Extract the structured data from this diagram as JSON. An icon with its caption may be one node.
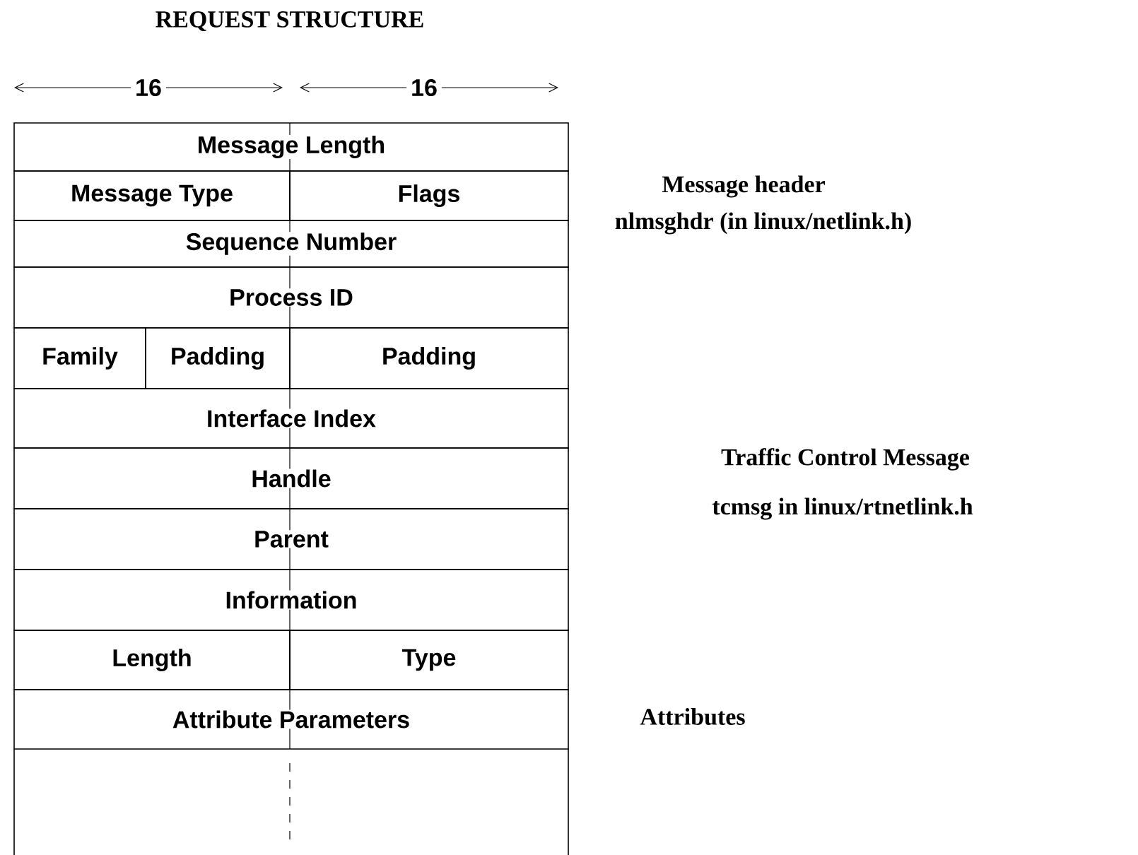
{
  "diagram": {
    "title": "REQUEST STRUCTURE",
    "nodes": [
      {
        "text": [
          "Message Length"
        ]
      },
      {
        "text": [
          "Message Type"
        ]
      },
      {
        "text": [
          "Flags"
        ]
      },
      {
        "text": [
          "Sequence Number"
        ]
      },
      {
        "text": [
          "Process ID"
        ]
      },
      {
        "text": [
          "Family"
        ]
      },
      {
        "text": [
          "Padding"
        ]
      },
      {
        "text": [
          "Padding"
        ]
      },
      {
        "text": [
          "Interface Index"
        ]
      },
      {
        "text": [
          "Handle"
        ]
      },
      {
        "text": [
          "Parent"
        ]
      },
      {
        "text": [
          "Information"
        ]
      },
      {
        "text": [
          "Length"
        ]
      },
      {
        "text": [
          "Type"
        ]
      },
      {
        "text": [
          "Attribute Parameters"
        ]
      },
      {
        "text": [],
        "shape": "box"
      }
    ],
    "labels": [
      "16",
      "16",
      "Message header",
      "nlmsghdr (in linux/netlink.h)",
      "Traffic Control Message",
      "tcmsg in linux/rtnetlink.h",
      "Attributes"
    ]
  }
}
